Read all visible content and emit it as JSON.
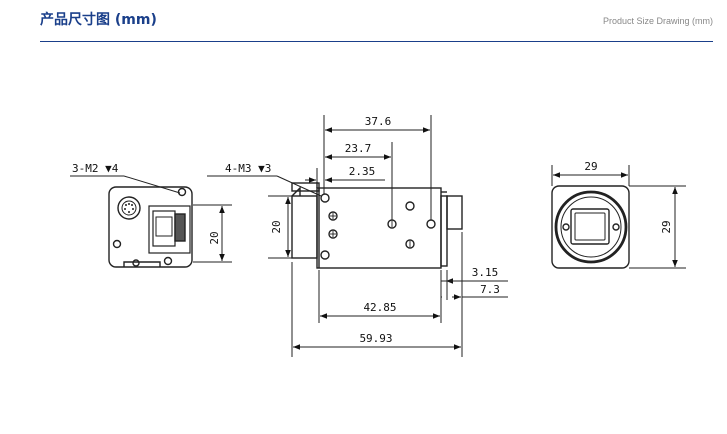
{
  "header": {
    "title": "产品尺寸图 (mm)",
    "subtitle": "Product Size Drawing (mm)",
    "accent_color": "#1a3f8a"
  },
  "left_view": {
    "hole_callout": "3-M2 ▼4",
    "height_dim": "20"
  },
  "side_view": {
    "hole_callout": "4-M3 ▼3",
    "height_dim": "20",
    "dim_total_top": "37.6",
    "dim_mid_top": "23.7",
    "dim_small_top": "2.35",
    "dim_body": "42.85",
    "dim_overall": "59.93",
    "dim_flange_a": "3.15",
    "dim_flange_b": "7.3"
  },
  "front_view": {
    "width_dim": "29",
    "height_dim": "29"
  }
}
